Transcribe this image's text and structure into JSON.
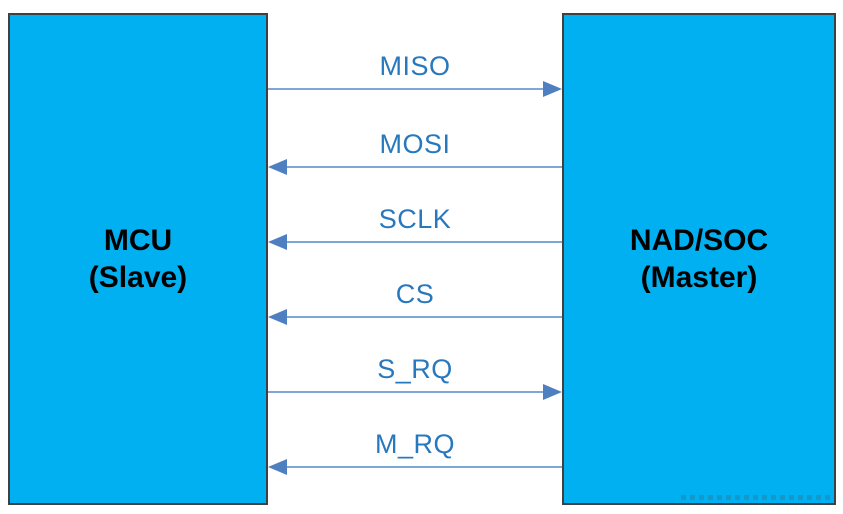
{
  "diagram": {
    "type": "block-diagram",
    "left_box": {
      "title": "MCU",
      "subtitle": "(Slave)"
    },
    "right_box": {
      "title": "NAD/SOC",
      "subtitle": "(Master)"
    },
    "signals": [
      {
        "label": "MISO",
        "direction": "right",
        "from": "MCU (Slave)",
        "to": "NAD/SOC (Master)"
      },
      {
        "label": "MOSI",
        "direction": "left",
        "from": "NAD/SOC (Master)",
        "to": "MCU (Slave)"
      },
      {
        "label": "SCLK",
        "direction": "left",
        "from": "NAD/SOC (Master)",
        "to": "MCU (Slave)"
      },
      {
        "label": "CS",
        "direction": "left",
        "from": "NAD/SOC (Master)",
        "to": "MCU (Slave)"
      },
      {
        "label": "S_RQ",
        "direction": "right",
        "from": "MCU (Slave)",
        "to": "NAD/SOC (Master)"
      },
      {
        "label": "M_RQ",
        "direction": "left",
        "from": "NAD/SOC (Master)",
        "to": "MCU (Slave)"
      }
    ],
    "colors": {
      "background": "#FFFFFF",
      "box_fill": "#00B0F0",
      "box_border": "#404040",
      "box_text": "#000000",
      "signal_label": "#2878BE",
      "arrow_line": "#7EA6DB",
      "arrow_head": "#4E7FC1"
    }
  }
}
